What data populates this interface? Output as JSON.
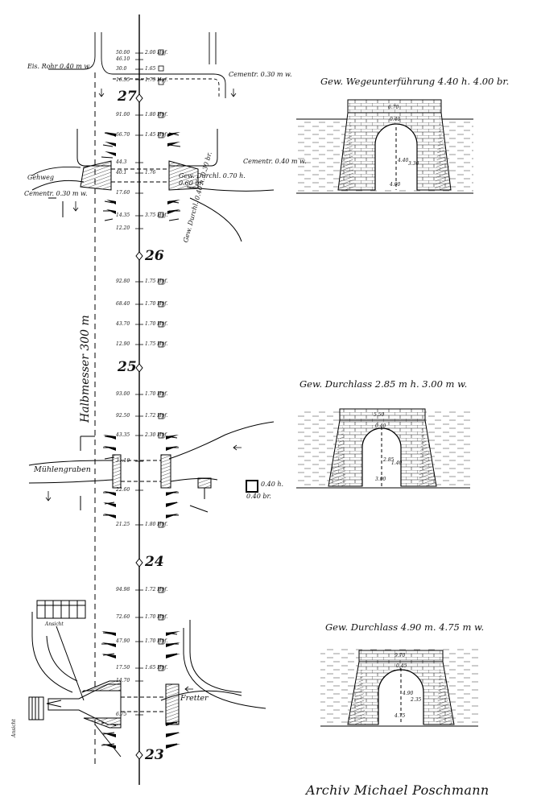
{
  "track": {
    "km_markers": [
      "27",
      "26",
      "25",
      "24",
      "23"
    ],
    "radius_label": "Halbmesser 300 m",
    "hectometer_entries": [
      {
        "value": "50.00",
        "note": "2.00 Hpf."
      },
      {
        "value": "46.10",
        "note": ""
      },
      {
        "value": "30.0",
        "note": "1.65"
      },
      {
        "value": "16.55",
        "note": "1.75 Hpf."
      },
      {
        "value": "91.00",
        "note": "1.80 Hpf."
      },
      {
        "value": "66.70",
        "note": "1.45 Hpf."
      },
      {
        "value": "44.3",
        "note": ""
      },
      {
        "value": "40.1",
        "note": "1.76"
      },
      {
        "value": "17.60",
        "note": ""
      },
      {
        "value": "14.35",
        "note": "3.75 Hpf."
      },
      {
        "value": "12.20",
        "note": ""
      },
      {
        "value": "92.80",
        "note": "1.75 Hpf."
      },
      {
        "value": "68.40",
        "note": "1.70 Hpf."
      },
      {
        "value": "43.70",
        "note": "1.70 Hpf."
      },
      {
        "value": "12.90",
        "note": "1.75 Hpf."
      },
      {
        "value": "93.00",
        "note": "1.70 Hpf."
      },
      {
        "value": "92.50",
        "note": "1.72 Hpf."
      },
      {
        "value": "43.35",
        "note": "2.30 Hpf."
      },
      {
        "value": "31.10",
        "note": ""
      },
      {
        "value": "22.60",
        "note": ""
      },
      {
        "value": "21.25",
        "note": "1.80 Hpf."
      },
      {
        "value": "94.98",
        "note": "1.72 Hpf."
      },
      {
        "value": "72.60",
        "note": "1.70 Hpf."
      },
      {
        "value": "47.90",
        "note": "1.70 Hpf."
      },
      {
        "value": "17.50",
        "note": "1.65 Hpf."
      },
      {
        "value": "14.70",
        "note": ""
      },
      {
        "value": "6.75",
        "note": ""
      }
    ]
  },
  "plan_labels": {
    "eis_rohr": "Eis. Rohr 0.40 m w.",
    "cement_top": "Cementr. 0.30 m w.",
    "gehweg": "Gehweg",
    "cement_left": "Cementr. 0.30 m w.",
    "cement_right": "Cementr. 0.40 m w.",
    "gew_durchl": "Gew. Durchl. 0.70 h. 0.60 br.",
    "gew_durchl_small": "Gew. Durchl. 0.40 h. 0.30 br.",
    "muehlengraben": "Mühlengraben",
    "culvert_box": "0.40 h.",
    "culvert_box_w": "0.40 br.",
    "fretter": "Fretter",
    "ansicht": "Ansicht",
    "grundriss": "Ansicht"
  },
  "sections": [
    {
      "title": "Gew. Wegeunterführung 4.40 h. 4.00 br.",
      "dims": [
        "6.70",
        "0.40",
        "4.00",
        "4.40",
        "3.30"
      ]
    },
    {
      "title": "Gew. Durchlass 2.85 m h. 3.00 m w.",
      "dims": [
        "5.50",
        "0.40",
        "3.00",
        "2.85",
        "1.40"
      ]
    },
    {
      "title": "Gew. Durchlass 4.90 m. 4.75 m w.",
      "dims": [
        "9.70",
        "0.45",
        "4.75",
        "4.90",
        "2.35"
      ]
    }
  ],
  "footer": {
    "archive": "Archiv Michael Poschmann"
  }
}
